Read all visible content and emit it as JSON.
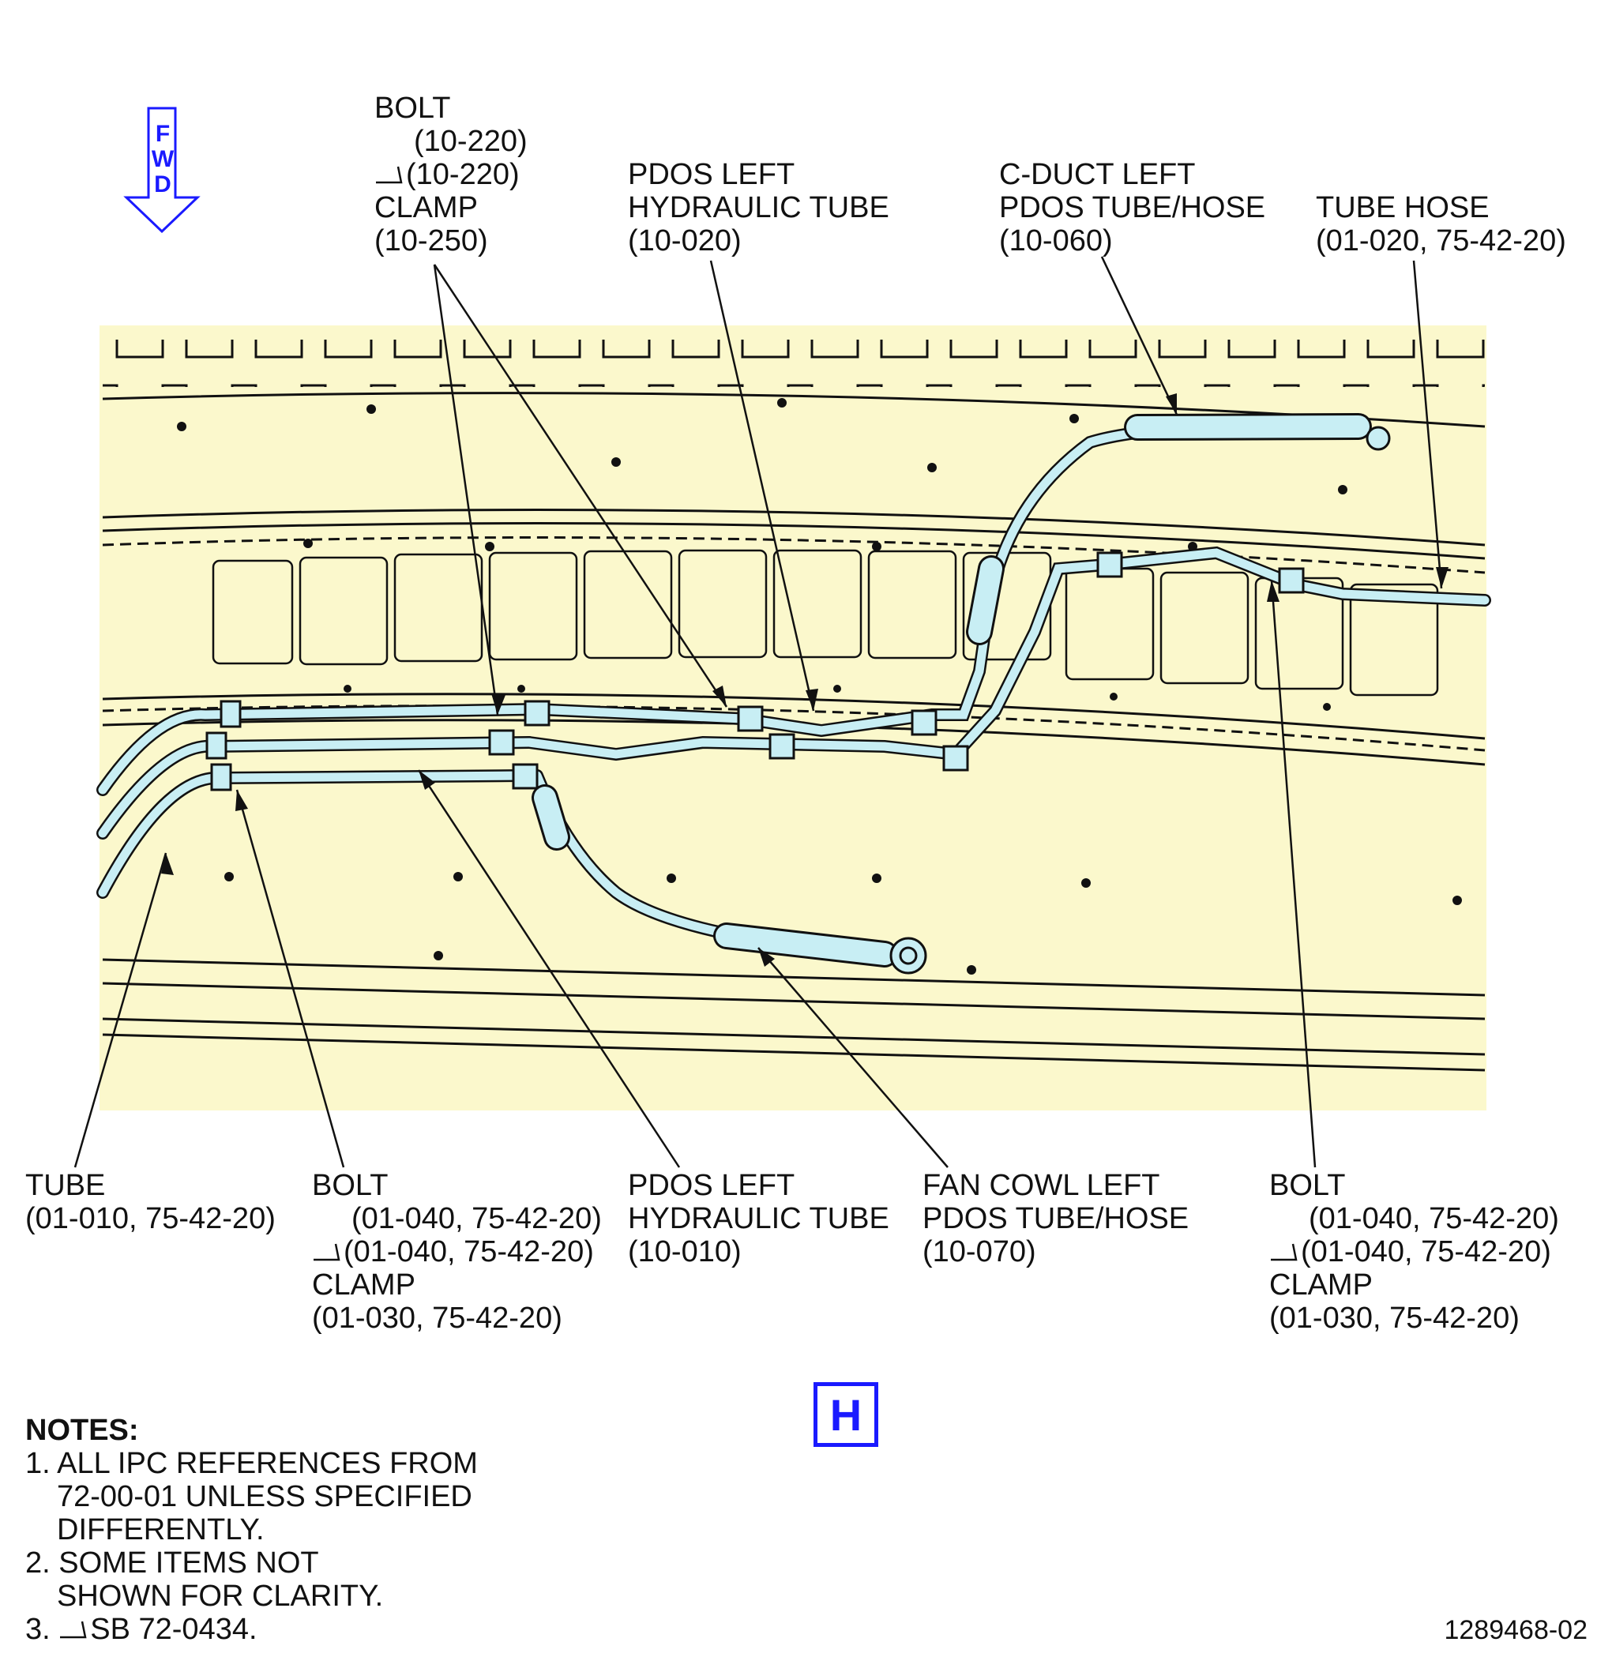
{
  "fwd": {
    "letters": [
      "F",
      "W",
      "D"
    ]
  },
  "top_labels": {
    "bolt_clamp": {
      "line1": "BOLT",
      "line2": "(10-220)",
      "line3": "(10-220)",
      "line4": "CLAMP",
      "line5": "(10-250)"
    },
    "pdos_tube_020": {
      "line1": "PDOS LEFT",
      "line2": "HYDRAULIC TUBE",
      "line3": "(10-020)"
    },
    "cduct_tube": {
      "line1": "C-DUCT LEFT",
      "line2": "PDOS TUBE/HOSE",
      "line3": "(10-060)"
    },
    "tube_hose": {
      "line1": "TUBE HOSE",
      "line2": "(01-020, 75-42-20)"
    }
  },
  "bottom_labels": {
    "tube": {
      "line1": "TUBE",
      "line2": "(01-010, 75-42-20)"
    },
    "bolt_left": {
      "line1": "BOLT",
      "line2": "(01-040, 75-42-20)",
      "line3": "(01-040, 75-42-20)",
      "line4": "CLAMP",
      "line5": "(01-030, 75-42-20)"
    },
    "pdos_tube_010": {
      "line1": "PDOS LEFT",
      "line2": "HYDRAULIC TUBE",
      "line3": "(10-010)"
    },
    "fan_cowl": {
      "line1": "FAN COWL LEFT",
      "line2": "PDOS TUBE/HOSE",
      "line3": "(10-070)"
    },
    "bolt_right": {
      "line1": "BOLT",
      "line2": "(01-040, 75-42-20)",
      "line3": "(01-040, 75-42-20)",
      "line4": "CLAMP",
      "line5": "(01-030, 75-42-20)"
    }
  },
  "view_letter": "H",
  "notes": {
    "title": "NOTES:",
    "n1a": "1. ALL IPC REFERENCES FROM",
    "n1b": "72-00-01 UNLESS SPECIFIED",
    "n1c": "DIFFERENTLY.",
    "n2a": "2. SOME ITEMS NOT",
    "n2b": "SHOWN FOR CLARITY.",
    "n3a": "3.",
    "n3b": "SB 72-0434."
  },
  "figure_number": "1289468-02",
  "colors": {
    "background_panel": "#fbf8cc",
    "tube": "#c8eef4",
    "accent_blue": "#1a1aff",
    "line": "#111111"
  }
}
